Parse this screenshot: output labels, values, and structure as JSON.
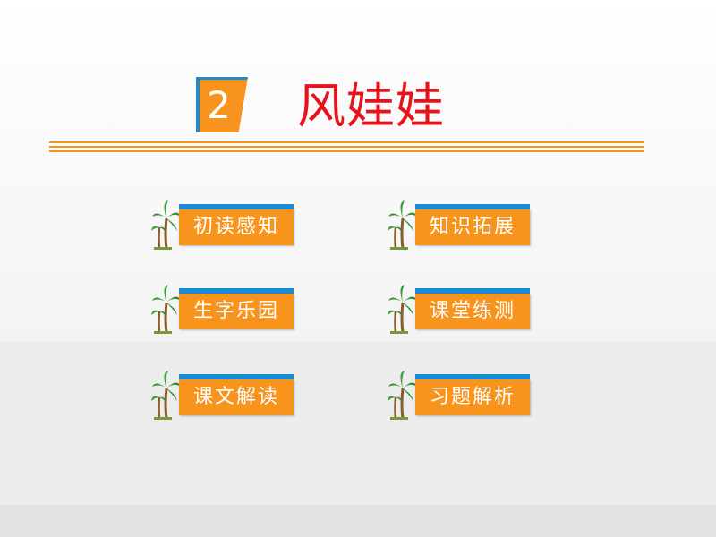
{
  "slide": {
    "lesson_number": "2",
    "lesson_title": "风娃娃"
  },
  "menu": {
    "items": [
      {
        "id": "chudu",
        "label": "初读感知"
      },
      {
        "id": "tuozhan",
        "label": "知识拓展"
      },
      {
        "id": "leyuan",
        "label": "生字乐园"
      },
      {
        "id": "liance",
        "label": "课堂练测"
      },
      {
        "id": "jiedu",
        "label": "课文解读"
      },
      {
        "id": "jiexi",
        "label": "习题解析"
      }
    ],
    "palm_icon": "palm-tree-icon"
  },
  "colors": {
    "accent_orange": "#f7941d",
    "accent_blue": "#1a8bd6",
    "title_red": "#e8121c",
    "palm_green": "#2f8f2f",
    "trunk_brown": "#8b5a2b"
  }
}
